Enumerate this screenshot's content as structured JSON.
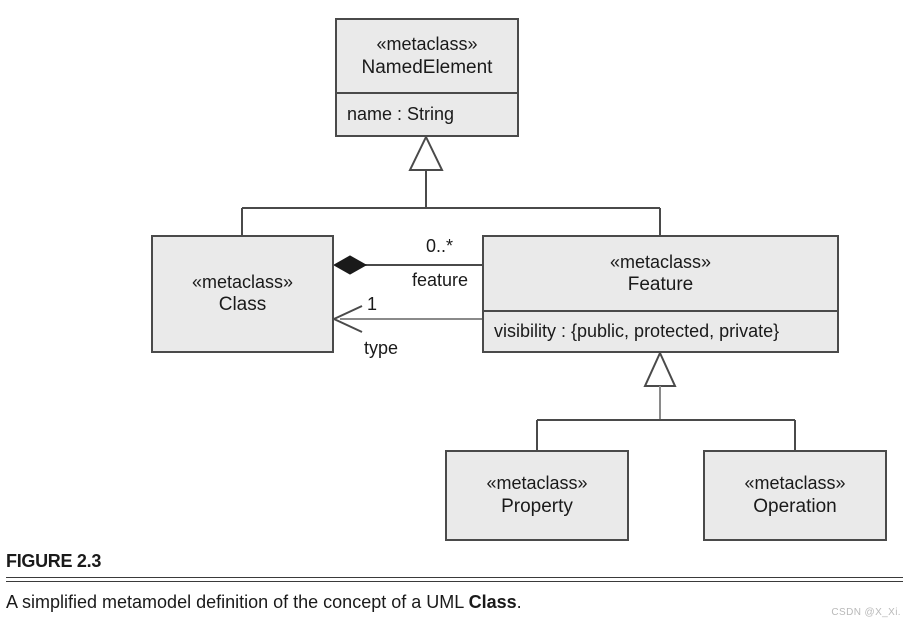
{
  "figure": {
    "number_label": "FIGURE 2.3",
    "caption_prefix": "A simplified metamodel definition of the concept of a UML ",
    "caption_bold": "Class",
    "caption_suffix": ".",
    "watermark": "CSDN @X_Xi."
  },
  "colors": {
    "box_fill": "#eaeaea",
    "box_border": "#4a4a4a",
    "line": "#4a4a4a",
    "text": "#1a1a1a",
    "page_background": "#ffffff",
    "watermark": "#b9b9b9"
  },
  "classes": {
    "named_element": {
      "stereotype": "«metaclass»",
      "name": "NamedElement",
      "attribute": "name : String"
    },
    "class": {
      "stereotype": "«metaclass»",
      "name": "Class"
    },
    "feature": {
      "stereotype": "«metaclass»",
      "name": "Feature",
      "attribute": "visibility : {public, protected, private}"
    },
    "property": {
      "stereotype": "«metaclass»",
      "name": "Property"
    },
    "operation": {
      "stereotype": "«metaclass»",
      "name": "Operation"
    }
  },
  "relationships": {
    "generalization_named_element": {
      "type": "generalization",
      "general": "NamedElement",
      "specifics": [
        "Class",
        "Feature"
      ]
    },
    "generalization_feature": {
      "type": "generalization",
      "general": "Feature",
      "specifics": [
        "Property",
        "Operation"
      ]
    },
    "composition_feature": {
      "type": "composition",
      "source": "Class",
      "target": "Feature",
      "multiplicity": "0..*",
      "role": "feature"
    },
    "association_type": {
      "type": "association",
      "source": "Feature",
      "target": "Class",
      "multiplicity": "1",
      "role": "type"
    }
  }
}
